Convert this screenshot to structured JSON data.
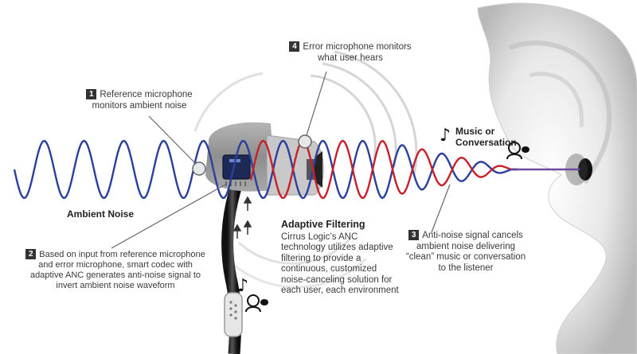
{
  "callouts": {
    "reference": {
      "number": "1",
      "line1": "Reference microphone",
      "line2": "monitors ambient noise"
    },
    "codec": {
      "number": "2",
      "line1": "Based on input from reference microphone",
      "line2": "and error microphone, smart codec with",
      "line3": "adaptive ANC generates anti-noise signal to",
      "line4": "invert ambient noise waveform"
    },
    "anti_noise": {
      "number": "3",
      "line1": "Anti-noise signal cancels",
      "line2": "ambient noise delivering",
      "line3": "“clean” music or conversation",
      "line4": "to the listener"
    },
    "error_mic": {
      "number": "4",
      "line1": "Error microphone monitors",
      "line2": "what user hears"
    }
  },
  "ambient_label": "Ambient Noise",
  "music_label": {
    "line1": "Music or",
    "line2": "Conversation"
  },
  "adaptive": {
    "title": "Adaptive Filtering",
    "line1": "Cirrus Logic’s ANC",
    "line2": "technology utilizes adaptive",
    "line3": "filtering to provide a",
    "line4": "continuous, customized",
    "line5": "noise-canceling solution for",
    "line6": "each user, each environment"
  },
  "colors": {
    "noise_wave": "#2b3f9e",
    "anti_noise_wave": "#c8202b",
    "text": "#3a3a3a",
    "earbud": "#9a9a9a"
  },
  "icons": [
    "music-note-icon",
    "person-speaking-icon",
    "earbud-icon",
    "ear-icon",
    "codec-chip-icon"
  ]
}
